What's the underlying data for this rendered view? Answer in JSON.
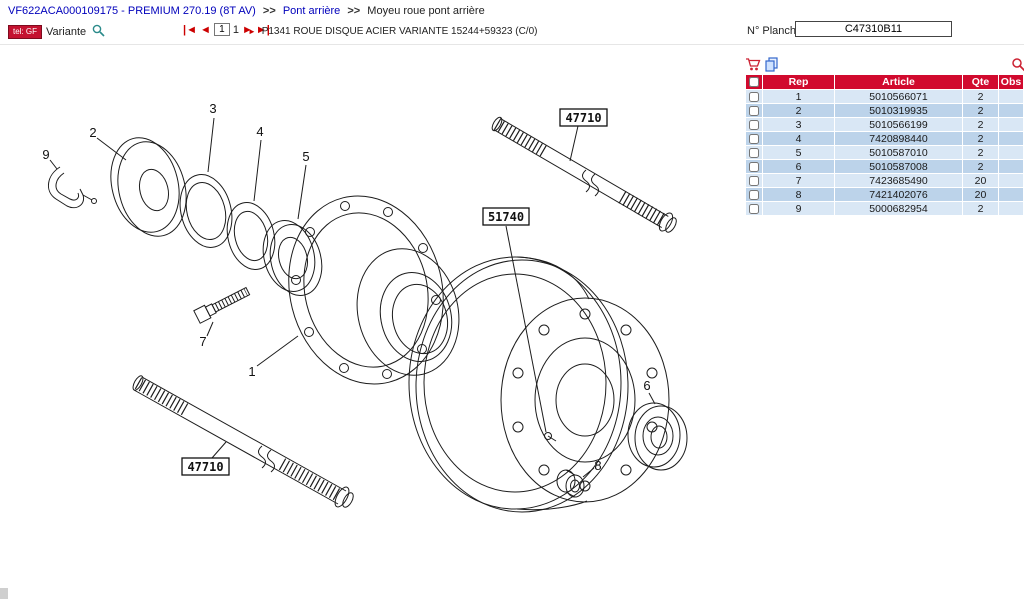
{
  "breadcrumb": {
    "vehicle": "VF622ACA000109175 - PREMIUM 270.19 (8T AV)",
    "sep": ">>",
    "section": "Pont arrière",
    "page": "Moyeu roue pont arrière"
  },
  "toolbar": {
    "badge": "tel: GF",
    "variante": "Variante",
    "pager": {
      "first": "|◄",
      "prev": "◄",
      "page": "1",
      "total": "1",
      "next": "►",
      "last": "►|"
    },
    "plate_marker": "►",
    "plate_title": "P1341 ROUE DISQUE ACIER VARIANTE 15244+59323 (C/0)"
  },
  "planche": {
    "label": "N° Planche",
    "value": "C47310B11"
  },
  "parts_table": {
    "headers": {
      "rep": "Rep",
      "article": "Article",
      "qte": "Qte",
      "obs": "Obs"
    },
    "rows": [
      {
        "rep": "1",
        "article": "5010566071",
        "qte": "2",
        "obs": ""
      },
      {
        "rep": "2",
        "article": "5010319935",
        "qte": "2",
        "obs": ""
      },
      {
        "rep": "3",
        "article": "5010566199",
        "qte": "2",
        "obs": ""
      },
      {
        "rep": "4",
        "article": "7420898440",
        "qte": "2",
        "obs": ""
      },
      {
        "rep": "5",
        "article": "5010587010",
        "qte": "2",
        "obs": ""
      },
      {
        "rep": "6",
        "article": "5010587008",
        "qte": "2",
        "obs": ""
      },
      {
        "rep": "7",
        "article": "7423685490",
        "qte": "20",
        "obs": ""
      },
      {
        "rep": "8",
        "article": "7421402076",
        "qte": "20",
        "obs": ""
      },
      {
        "rep": "9",
        "article": "5000682954",
        "qte": "2",
        "obs": ""
      }
    ]
  },
  "diagram": {
    "callouts": [
      "1",
      "2",
      "3",
      "4",
      "5",
      "6",
      "7",
      "8",
      "9"
    ],
    "boxed_labels": [
      "47710",
      "51740",
      "47710"
    ]
  },
  "colors": {
    "table_header_bg": "#d10a2e",
    "row_light": "#d9e7f5",
    "row_dark": "#bcd3ea",
    "link_blue": "#0000bb",
    "accent_red": "#cc0000"
  }
}
